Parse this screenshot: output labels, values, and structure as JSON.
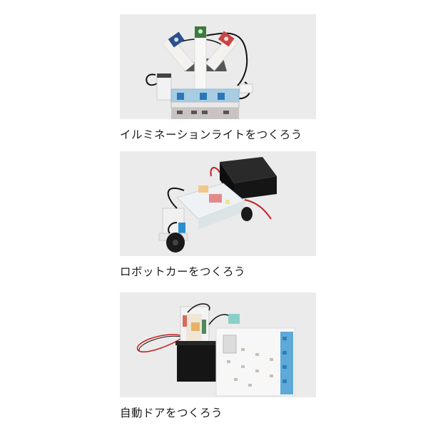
{
  "projects": [
    {
      "caption": "イルミネーションライトをつくろう",
      "image_alt": "illumination-light-robot-kit"
    },
    {
      "caption": "ロボットカーをつくろう",
      "image_alt": "robot-car-kit"
    },
    {
      "caption": "自動ドアをつくろう",
      "image_alt": "automatic-door-kit"
    }
  ],
  "colors": {
    "panel_bg": "#ebebeb",
    "led_green": "#3f7a3c",
    "led_blue": "#2e4f8a",
    "led_red": "#c64545",
    "block_blue": "#5ea9d8",
    "battery_black": "#1b1b1b",
    "wire_red": "#c62020"
  }
}
